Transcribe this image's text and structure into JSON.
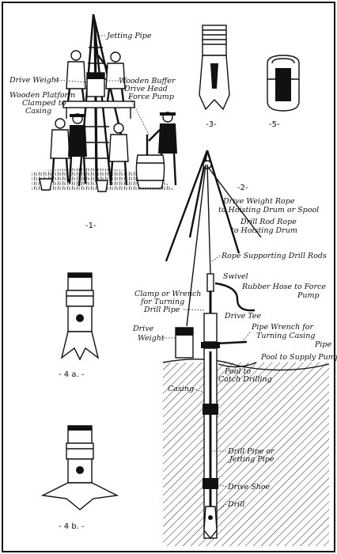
{
  "labels": {
    "jetting_pipe": "Jetting Pipe",
    "wooden_buffer": "Wooden Buffer",
    "drive_head": "Drive Head",
    "force_pump": "Force Pump",
    "drive_weight": "Drive Weight",
    "wooden_platform": "Wooden Platform",
    "clamped_to": "Clamped to",
    "casing_line": "Casing",
    "drive_weight_rope_1": "Drive Weight Rope",
    "drive_weight_rope_2": "to Hoisting Drum or Spool",
    "drill_rod_rope_1": "Drill Rod Rope",
    "drill_rod_rope_2": "to Hoisting Drum",
    "rope_supporting": "Rope Supporting Drill Rods",
    "swivel": "Swivel",
    "rubber_hose_1": "Rubber Hose to Force",
    "rubber_hose_2": "Pump",
    "clamp_1": "Clamp or Wrench",
    "clamp_2": "for Turning",
    "clamp_3": "Drill Pipe",
    "drive_tee": "Drive Tee",
    "drive_2": "Drive",
    "weight_2": "Weight",
    "pipe_wrench_1": "Pipe Wrench for",
    "pipe_wrench_2": "Turning Casing",
    "pipe_wrench_3": "Pipe",
    "pool_supply": "Pool to Supply Pump",
    "pool_catch_1": "Pool to",
    "pool_catch_2": "Catch Drilling",
    "casing": "Casing",
    "drill_pipe_1": "Drill Pipe or",
    "drill_pipe_2": "Jetting Pipe",
    "drive_shoe": "Drive Shoe",
    "drill": "Drill"
  },
  "figures": {
    "fig1": "-1-",
    "fig2": "-2-",
    "fig3": "-3-",
    "fig5": "-5-",
    "fig4a": "- 4 a. -",
    "fig4b": "- 4 b. -"
  }
}
